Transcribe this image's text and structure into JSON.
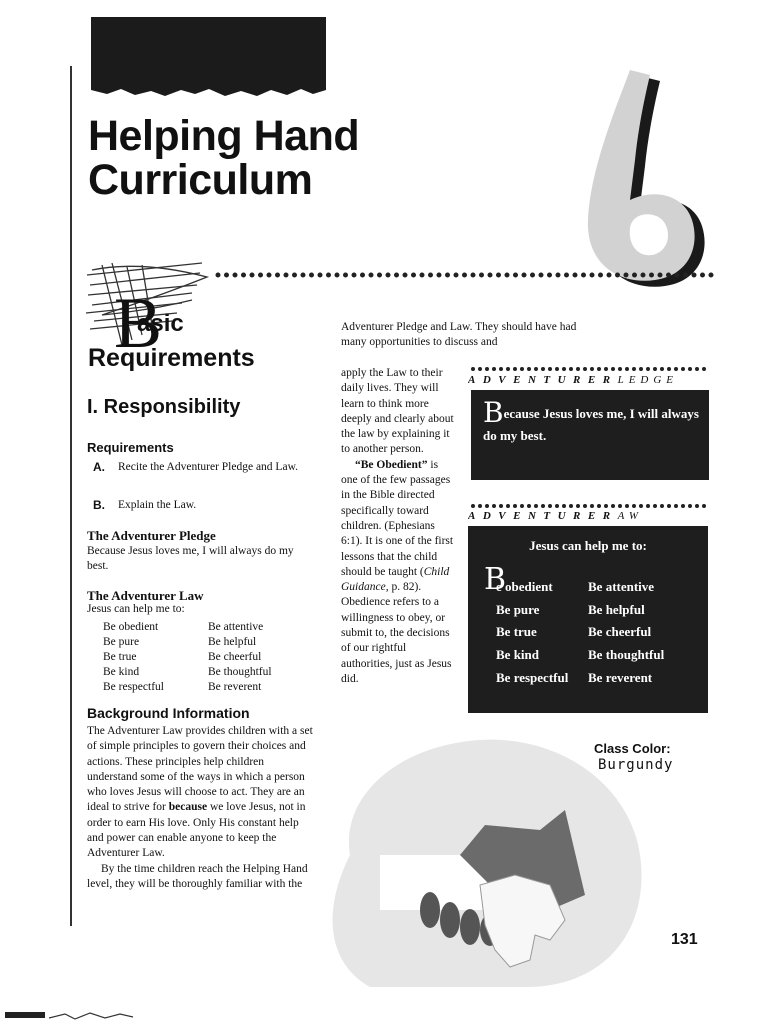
{
  "header": {
    "title_line1": "Helping Hand",
    "title_line2": "Curriculum",
    "chapter_number": "6"
  },
  "basic_requirements": {
    "first_letter": "B",
    "first_word_rest": "asic",
    "second_word": "Requirements"
  },
  "section": {
    "heading": "I. Responsibility"
  },
  "requirements": {
    "heading": "Requirements",
    "items": [
      {
        "letter": "A.",
        "text": "Recite the Adventurer Pledge and Law."
      },
      {
        "letter": "B.",
        "text": "Explain the Law."
      }
    ]
  },
  "pledge": {
    "heading": "The Adventurer Pledge",
    "text": "Because Jesus loves me, I will always do my best."
  },
  "law": {
    "heading": "The Adventurer Law",
    "intro": "Jesus can help me to:",
    "col1": [
      "Be obedient",
      "Be pure",
      "Be true",
      "Be kind",
      "Be respectful"
    ],
    "col2": [
      "Be attentive",
      "Be helpful",
      "Be cheerful",
      "Be thoughtful",
      "Be reverent"
    ]
  },
  "background": {
    "heading": "Background Information",
    "p1_before": "The Adventurer Law provides children with a set of simple principles to govern their choices and actions. These principles help children understand some of the ways in which a person who loves Jesus will choose to act. They are an ideal to strive for ",
    "p1_bold": "because",
    "p1_after": " we love Jesus, not in order to earn His love. Only His constant help and power can enable anyone to keep the Adventurer Law.",
    "p2": "By the time children reach the Helping Hand level, they will be thoroughly familiar with the"
  },
  "middle": {
    "top": "Adventurer Pledge and Law. They should have had many opportunities to discuss and",
    "narrow1": "apply the Law to their daily lives. They will learn to think more deeply and clearly about the law by explaining it to another person.",
    "narrow2_quote": "“Be Obedient”",
    "narrow2_a": " is one of the few passages in the Bible directed specifically toward children. (Ephesians 6:1). It is one of the first lessons that the child should be taught (",
    "narrow2_cite": "Child Guidance",
    "narrow2_b": ", p. 82). Obedience refers to a willingness to obey, or submit to, the decisions of our rightful authorities, just as Jesus did."
  },
  "pledge_box": {
    "label_bold": "ADVENTURER",
    "label_light": "LEDGE",
    "cap": "B",
    "text": "ecause Jesus loves me, I will always do my best."
  },
  "law_box": {
    "label_bold": "ADVENTURER",
    "label_light": "AW",
    "intro": "Jesus can help me to:",
    "cap": "B",
    "col1": [
      "e obedient",
      "Be pure",
      "Be true",
      "Be kind",
      "Be respectful"
    ],
    "col2": [
      "Be attentive",
      "Be helpful",
      "Be cheerful",
      "Be thoughtful",
      "Be reverent"
    ]
  },
  "class_color": {
    "label": "Class Color:",
    "value": "Burgundy"
  },
  "page_number": "131",
  "icons": {
    "illustration": "handshake-illustration",
    "scribble": "scribble-decoration"
  }
}
